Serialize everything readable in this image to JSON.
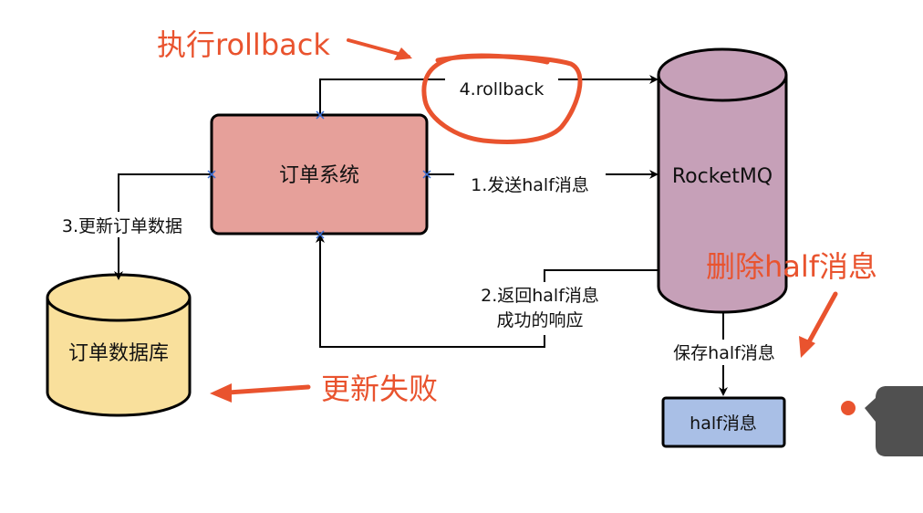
{
  "nodes": {
    "order_system": "订单系统",
    "rocketmq": "RocketMQ",
    "order_db": "订单数据库",
    "half_msg": "half消息"
  },
  "edges": {
    "send_half": "1.发送half消息",
    "return_line1": "2.返回half消息",
    "return_line2": "成功的响应",
    "update_order": "3.更新订单数据",
    "rollback": "4.rollback",
    "save_half": "保存half消息"
  },
  "annotations": {
    "execute_rollback": "执行rollback",
    "delete_half": "删除half消息",
    "update_failed": "更新失败"
  },
  "colors": {
    "annotation": "#e9532e",
    "order_system_fill": "#e6a09a",
    "rocketmq_fill": "#c6a0b8",
    "order_db_fill": "#f9e09c",
    "half_msg_fill": "#a9bfe6"
  }
}
